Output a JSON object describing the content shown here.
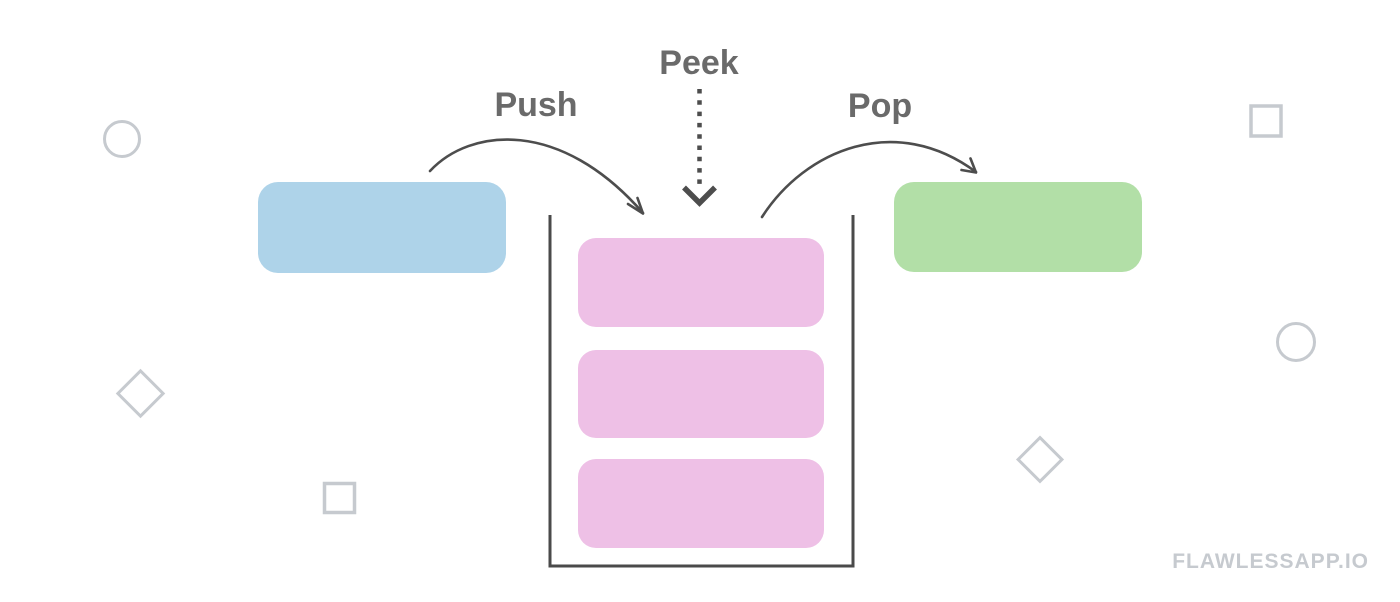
{
  "diagram": {
    "type": "stack-data-structure",
    "labels": {
      "push": "Push",
      "peek": "Peek",
      "pop": "Pop"
    },
    "stack": {
      "item_count": 3
    },
    "watermark": "FLAWLESSAPP.IO",
    "colors": {
      "push_box": "#aed3e9",
      "pop_box": "#b2dfa7",
      "stack_item": "#eec0e6",
      "stack_outline": "#4a4a4a",
      "arrow": "#4d4d4d",
      "label": "#6a6a6a",
      "decor": "#c6cacf",
      "watermark": "#c6cacf"
    }
  }
}
